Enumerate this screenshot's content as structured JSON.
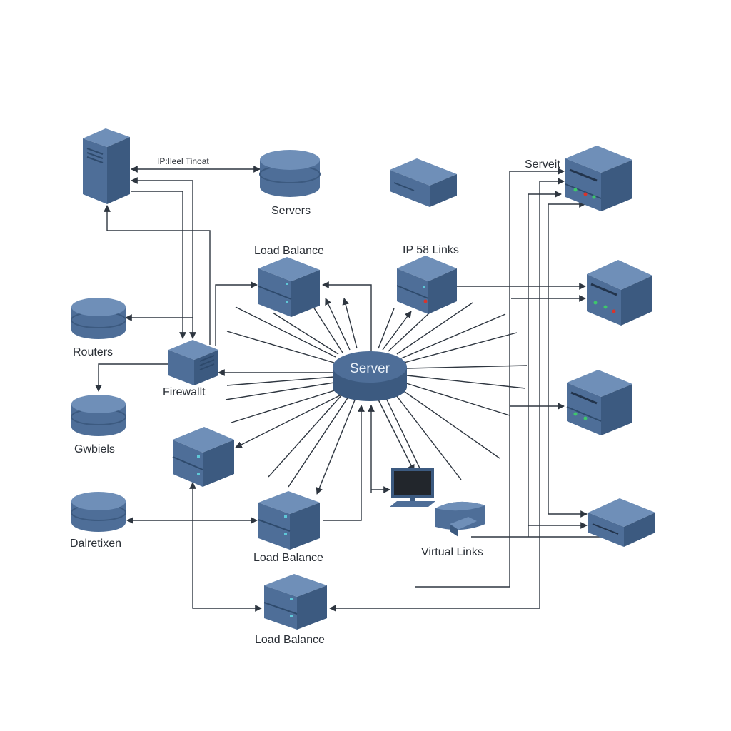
{
  "labels": {
    "ip_tinoat": "IP:Ileel Tinoat",
    "servers": "Servers",
    "load_balance_top": "Load Balance",
    "ip_links": "IP 58 Links",
    "server_top_right": "Serveit",
    "routers": "Routers",
    "firewall": "Firewallt",
    "gwbiels": "Gwbiels",
    "dalretixen": "Dalretixen",
    "load_balance_mid": "Load Balance",
    "load_balance_bottom": "Load Balance",
    "virtual_links": "Virtual Links",
    "hub": "Server"
  },
  "colors": {
    "device_front": "#4e6e98",
    "device_top": "#6f8fb8",
    "device_side": "#3c5a80",
    "line": "#2e3640",
    "led_green": "#3ec76a",
    "led_red": "#d9342b",
    "led_teal": "#5fc8d8"
  }
}
